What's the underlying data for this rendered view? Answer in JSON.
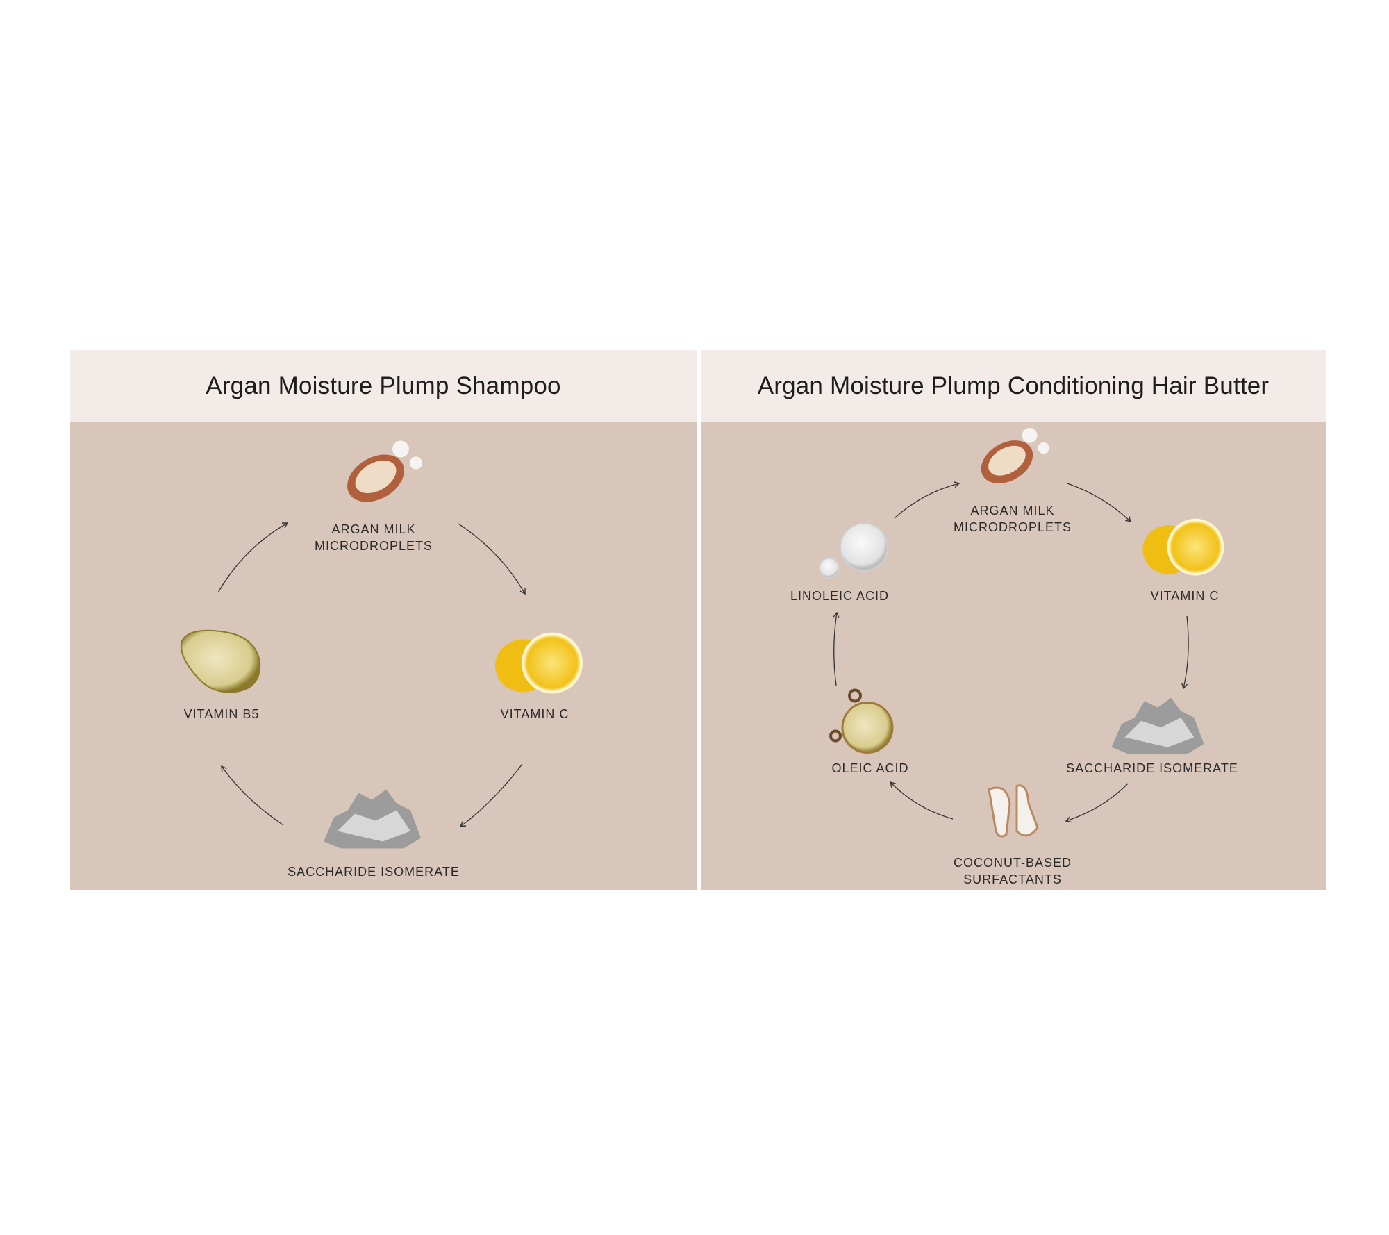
{
  "panels": [
    {
      "title": "Argan Moisture Plump Shampoo",
      "ingredients": [
        {
          "line1": "ARGAN MILK",
          "line2": "MICRODROPLETS",
          "icon": "argan-nut-icon"
        },
        {
          "line1": "VITAMIN C",
          "icon": "lemon-icon"
        },
        {
          "line1": "SACCHARIDE ISOMERATE",
          "icon": "powder-icon"
        },
        {
          "line1": "VITAMIN B5",
          "icon": "oil-drop-icon"
        }
      ]
    },
    {
      "title": "Argan Moisture Plump Conditioning Hair Butter",
      "ingredients": [
        {
          "line1": "ARGAN MILK",
          "line2": "MICRODROPLETS",
          "icon": "argan-nut-icon"
        },
        {
          "line1": "VITAMIN C",
          "icon": "lemon-icon"
        },
        {
          "line1": "SACCHARIDE ISOMERATE",
          "icon": "powder-icon"
        },
        {
          "line1": "COCONUT-BASED",
          "line2": "SURFACTANTS",
          "icon": "coconut-icon"
        },
        {
          "line1": "OLEIC ACID",
          "icon": "oil-bubble-icon"
        },
        {
          "line1": "LINOLEIC ACID",
          "icon": "clear-bubble-icon"
        }
      ]
    }
  ],
  "colors": {
    "header": "#f3ebe7",
    "body": "#d9c6ba"
  }
}
